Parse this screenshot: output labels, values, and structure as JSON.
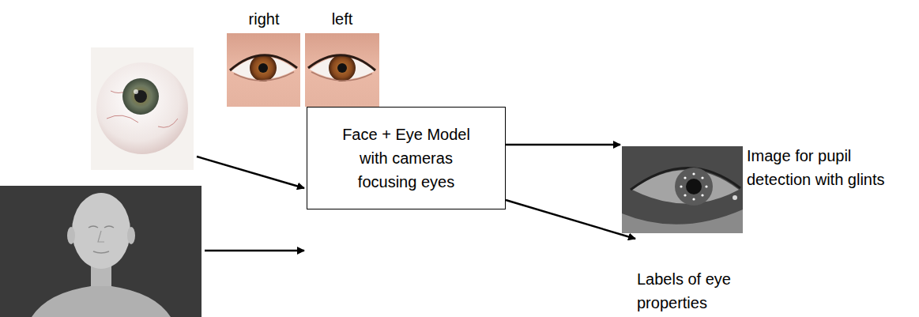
{
  "diagram": {
    "nodes": [
      {
        "text": [
          "Face + Eye Model with cameras focusing eyes"
        ]
      },
      {
        "text": [
          "Image for pupil detection with glints"
        ]
      },
      {
        "text": [
          "Labels of eye properties"
        ]
      }
    ],
    "edges": [
      {
        "from": 0,
        "to": 1,
        "arrow": "to"
      },
      {
        "from": 0,
        "to": 2,
        "arrow": "to"
      }
    ],
    "labels": [
      "right",
      "left"
    ]
  }
}
